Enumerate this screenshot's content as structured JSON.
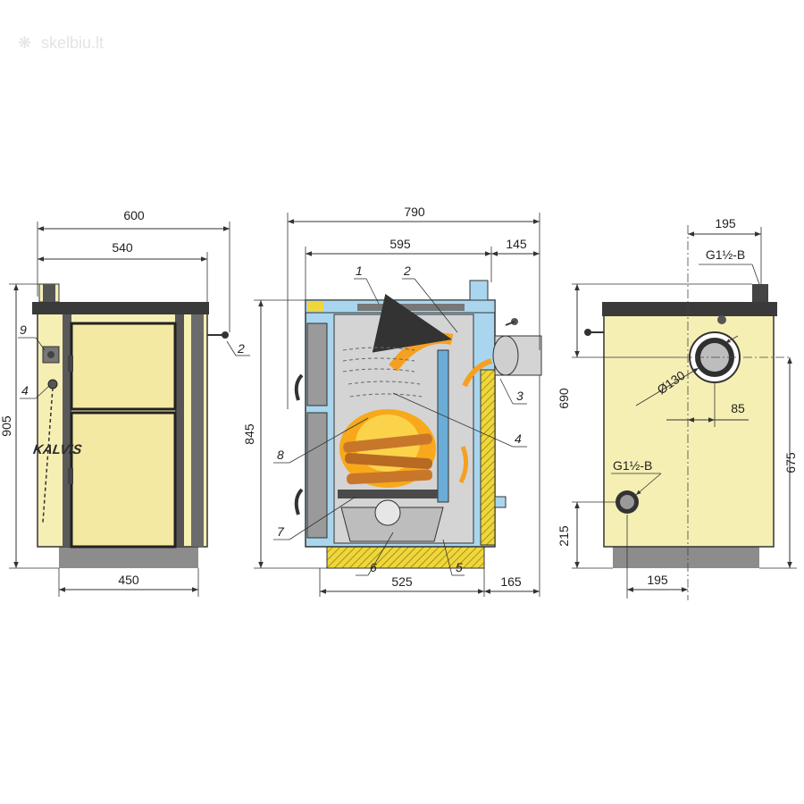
{
  "watermark": "skelbiu.lt",
  "brand": "KALVIS",
  "colors": {
    "body": "#f6efb4",
    "panel": "#f2e8a0",
    "top": "#3a3a3a",
    "base": "#8c8c8c",
    "interior": "#d4d4d4",
    "water_jacket": "#a9d6ee",
    "insulation": "#efd63a",
    "flame": "#f7a91b",
    "wood": "#c8772a"
  },
  "front_view": {
    "dims": {
      "overall_width": "600",
      "top_width": "540",
      "height": "905",
      "base_width": "450"
    },
    "callouts": [
      "9",
      "4",
      "2"
    ]
  },
  "section_view": {
    "dims": {
      "overall_width": "790",
      "body_width": "595",
      "flue_offset": "145",
      "height": "845",
      "base_width": "525",
      "rear_offset": "165"
    },
    "callouts": [
      "1",
      "2",
      "3",
      "4",
      "5",
      "6",
      "7",
      "8"
    ]
  },
  "side_view": {
    "dims": {
      "connection_offset": "195",
      "top_connection": "G1½-B",
      "flue_height": "690",
      "flue_diameter": "Ø130",
      "flue_offset": "85",
      "lower_connection": "G1½-B",
      "rear_height": "675",
      "bottom_height": "215",
      "bottom_offset": "195"
    }
  }
}
